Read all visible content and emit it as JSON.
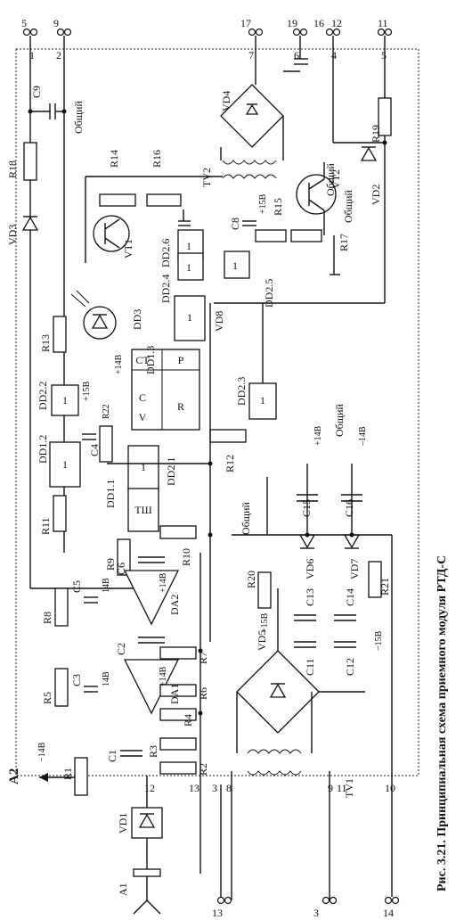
{
  "caption": "Рис. 3.21. Принципиальная схема приемного модуля РТД-С",
  "module": "A2",
  "antenna": "A1",
  "common_label": "Общий",
  "supplies": {
    "p14": "+14В",
    "m14": "−14В",
    "p15": "+15В",
    "m15": "−15В",
    "m14b": "–14В"
  },
  "components": {
    "vd1": "VD1",
    "vd2": "VD2",
    "vd3": "VD3",
    "vd4": "VD4",
    "vd5": "VD5",
    "vd6": "VD6",
    "vd7": "VD7",
    "vd8": "VD8",
    "r1": "R1",
    "r2": "R2",
    "r3": "R3",
    "r4": "R4",
    "r5": "R5",
    "r6": "R6",
    "r7": "R7",
    "r8": "R8",
    "r9": "R9",
    "r10": "R10",
    "r11": "R11",
    "r12": "R12",
    "r13": "R13",
    "r14": "R14",
    "r15": "R15",
    "r16": "R16",
    "r17": "R17",
    "r18": "R18",
    "r19": "R19",
    "r20": "R20",
    "r21": "R21",
    "r22": "R22",
    "c1": "C1",
    "c2": "C2",
    "c3": "C3",
    "c4": "C4",
    "c5": "C5",
    "c6": "C6",
    "c8": "C8",
    "c9": "C9",
    "c11": "C11",
    "c12": "C12",
    "c13": "C13",
    "c14": "C14",
    "c15": "C15",
    "c16": "C16",
    "da1": "DA1",
    "da2": "DA2",
    "dd3": "DD3",
    "dd11": "DD1.1",
    "dd12": "DD1.2",
    "dd13": "DD1.3",
    "dd21": "DD2.1",
    "dd22": "DD2.2",
    "dd23": "DD2.3",
    "dd24": "DD2.4",
    "dd25": "DD2.5",
    "dd26": "DD2.6",
    "vt1": "VT1",
    "vt2": "VT2",
    "tv1": "TV1",
    "tv2": "TV2"
  },
  "pins": {
    "p1": "1",
    "p2": "2",
    "p3": "3",
    "p4": "4",
    "p5": "5",
    "p6": "6",
    "p7": "7",
    "p8": "8",
    "p9": "9",
    "p10": "10",
    "p11": "11",
    "p12": "12",
    "p13": "13",
    "p14": "14",
    "p16": "16",
    "p17": "17",
    "p19": "19"
  },
  "gate": {
    "one": "1",
    "schmitt": "ТШ",
    "ct": "СТ",
    "c": "С",
    "r": "R",
    "v": "V",
    "p": "Р",
    "pin14": "14В"
  }
}
